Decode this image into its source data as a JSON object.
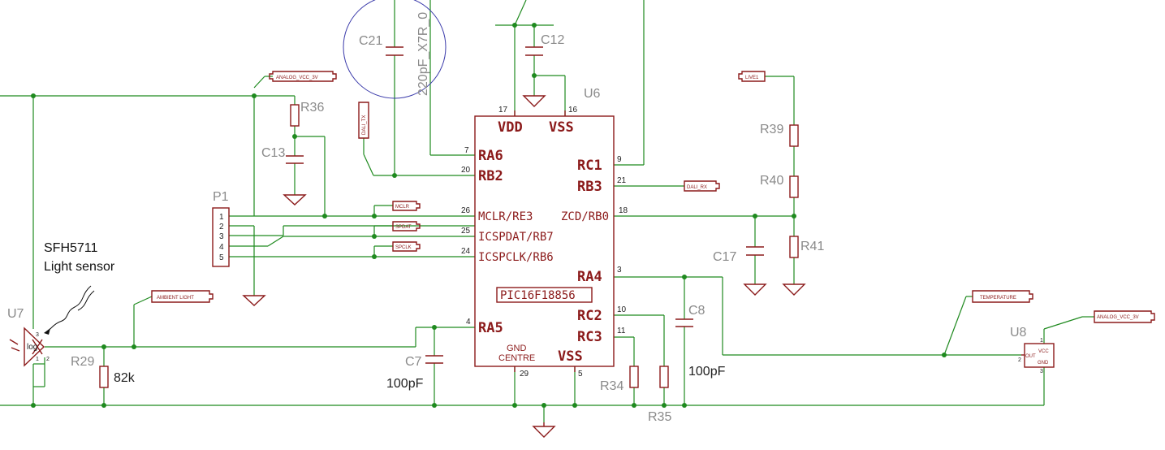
{
  "u6": {
    "ref": "U6",
    "part": "PIC16F18856",
    "vdd": "VDD",
    "vss_top": "VSS",
    "vss_bottom": "VSS",
    "ra6": "RA6",
    "rb2": "RB2",
    "mclr": "MCLR/RE3",
    "icspdat": "ICSPDAT/RB7",
    "icspclk": "ICSPCLK/RB6",
    "ra5": "RA5",
    "gnd": "GND",
    "centre": "CENTRE",
    "rc1": "RC1",
    "rb3": "RB3",
    "zcd": "ZCD/RB0",
    "ra4": "RA4",
    "rc2": "RC2",
    "rc3": "RC3",
    "pins": {
      "p17": "17",
      "p16": "16",
      "p7": "7",
      "p20": "20",
      "p26": "26",
      "p25": "25",
      "p24": "24",
      "p4": "4",
      "p29": "29",
      "p5": "5",
      "p9": "9",
      "p21": "21",
      "p18": "18",
      "p3": "3",
      "p10": "10",
      "p11": "11"
    }
  },
  "refs": {
    "c21": "C21",
    "c21_value": "220pF_X7R_0",
    "c12": "C12",
    "r36": "R36",
    "c13": "C13",
    "p1": "P1",
    "u7": "U7",
    "r29": "R29",
    "c7": "C7",
    "r39": "R39",
    "r40": "R40",
    "r41": "R41",
    "c17": "C17",
    "c8": "C8",
    "r34": "R34",
    "r35": "R35",
    "u8": "U8"
  },
  "values": {
    "r29": "82k",
    "c7": "100pF",
    "c8": "100pF"
  },
  "p1_pins": [
    "1",
    "2",
    "3",
    "4",
    "5"
  ],
  "labels": {
    "analog_vcc_left": "ANALOG_VCC_3V",
    "analog_vcc_right": "ANALOG_VCC_3V",
    "dali_tx": "DALI_TX",
    "dali_rx": "DALI_RX",
    "live1": "LIVE1",
    "mclr": "MCLR",
    "spdat": "SPDAT",
    "spclk": "SPCLK",
    "ambient": "AMBIENT LIGHT",
    "temperature": "TEMPERATURE"
  },
  "u7_text": {
    "log": "log",
    "p3": "3",
    "p1": "1",
    "p2": "2"
  },
  "u8_text": {
    "vcc": "VCC",
    "out": "OUT",
    "gnd": "GND",
    "p1": "1",
    "p2": "2",
    "p3": "3"
  },
  "annotation": {
    "line1": "SFH5711",
    "line2": "Light sensor"
  }
}
